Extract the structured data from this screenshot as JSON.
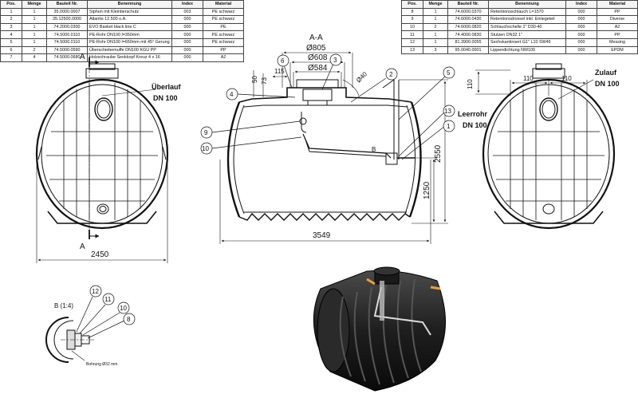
{
  "bom_left": {
    "headers": [
      "Pos.",
      "Menge",
      "Bauteil Nr.",
      "Benennung",
      "Index",
      "Material"
    ],
    "rows": [
      [
        "1",
        "1",
        "35.0000.0007",
        "Siphon mit Kleintierschutz",
        "003",
        "PE schwarz"
      ],
      [
        "2",
        "1",
        "35.12500.0000",
        "Atlantis 12.500 o.A.",
        "000",
        "PE schwarz"
      ],
      [
        "3",
        "1",
        "74.2000.0300",
        "EVO Basket black line C",
        "000",
        "PE"
      ],
      [
        "4",
        "1",
        "74.5000.0110",
        "PE-Rohr DN100 l=350mm",
        "000",
        "PE schwarz"
      ],
      [
        "5",
        "1",
        "74.5000.0110",
        "PE-Rohr DN100 l=650mm mit 45° Gerung",
        "000",
        "PE schwarz"
      ],
      [
        "6",
        "2",
        "74.5000.0590",
        "Überschiebemuffe DN100 KGU PP",
        "000",
        "PP"
      ],
      [
        "7",
        "4",
        "74.5000.0680",
        "Holzschraube Senkkopf Kreuz 4 x 16",
        "000",
        "A2"
      ]
    ]
  },
  "bom_right": {
    "headers": [
      "Pos.",
      "Menge",
      "Bauteil Nr.",
      "Benennung",
      "Index",
      "Material"
    ],
    "rows": [
      [
        "8",
        "1",
        "74.6000.0370",
        "Retentionsschlauch L=1570",
        "000",
        "PP"
      ],
      [
        "9",
        "1",
        "74.6000.0430",
        "Retentionsdrossel inkl. Einlegeteil",
        "000",
        "Diverse"
      ],
      [
        "10",
        "2",
        "74.6000.0820",
        "Schlauchschelle 1\" D30-40",
        "000",
        "A2"
      ],
      [
        "11",
        "1",
        "74.4000.0830",
        "Stutzen DN32 1\"",
        "000",
        "PP"
      ],
      [
        "12",
        "1",
        "81.3900.0055",
        "Sechskantinsert G1\" L10 SW46",
        "000",
        "Messing"
      ],
      [
        "13",
        "3",
        "95.0040.0001",
        "Lippendichtung NW100",
        "000",
        "EPDM"
      ]
    ]
  },
  "labels": {
    "ueberlauf": "Überlauf",
    "ueberlauf_dn": "DN 100",
    "zulauf": "Zulauf",
    "zulauf_dn": "DN 100",
    "leerrohr": "Leerrohr",
    "leerrohr_dn": "DN 100",
    "section_a": "A",
    "section_aa": "A-A",
    "detail_b_marker": "B",
    "detail_b_title": "B (1:4)",
    "bohrung": "Bohrung Ø32 mm"
  },
  "dimensions": {
    "width_left": "2450",
    "length": "3549",
    "height_total": "2550",
    "height_partial": "1250",
    "dia_805": "Ø805",
    "dia_608": "Ø608",
    "dia_584": "Ø584",
    "dim_50": "50",
    "dim_73": "73",
    "dim_115": "115",
    "angle_40": "Ø40",
    "dim_110_v": "110",
    "dim_110_h1": "110",
    "dim_110_h2": "110"
  },
  "balloons": {
    "b1": "1",
    "b2": "2",
    "b3": "3",
    "b4": "4",
    "b5": "5",
    "b6": "6",
    "b9": "9",
    "b10": "10",
    "b13": "13",
    "d8": "8",
    "d10": "10",
    "d11": "11",
    "d12": "12"
  }
}
